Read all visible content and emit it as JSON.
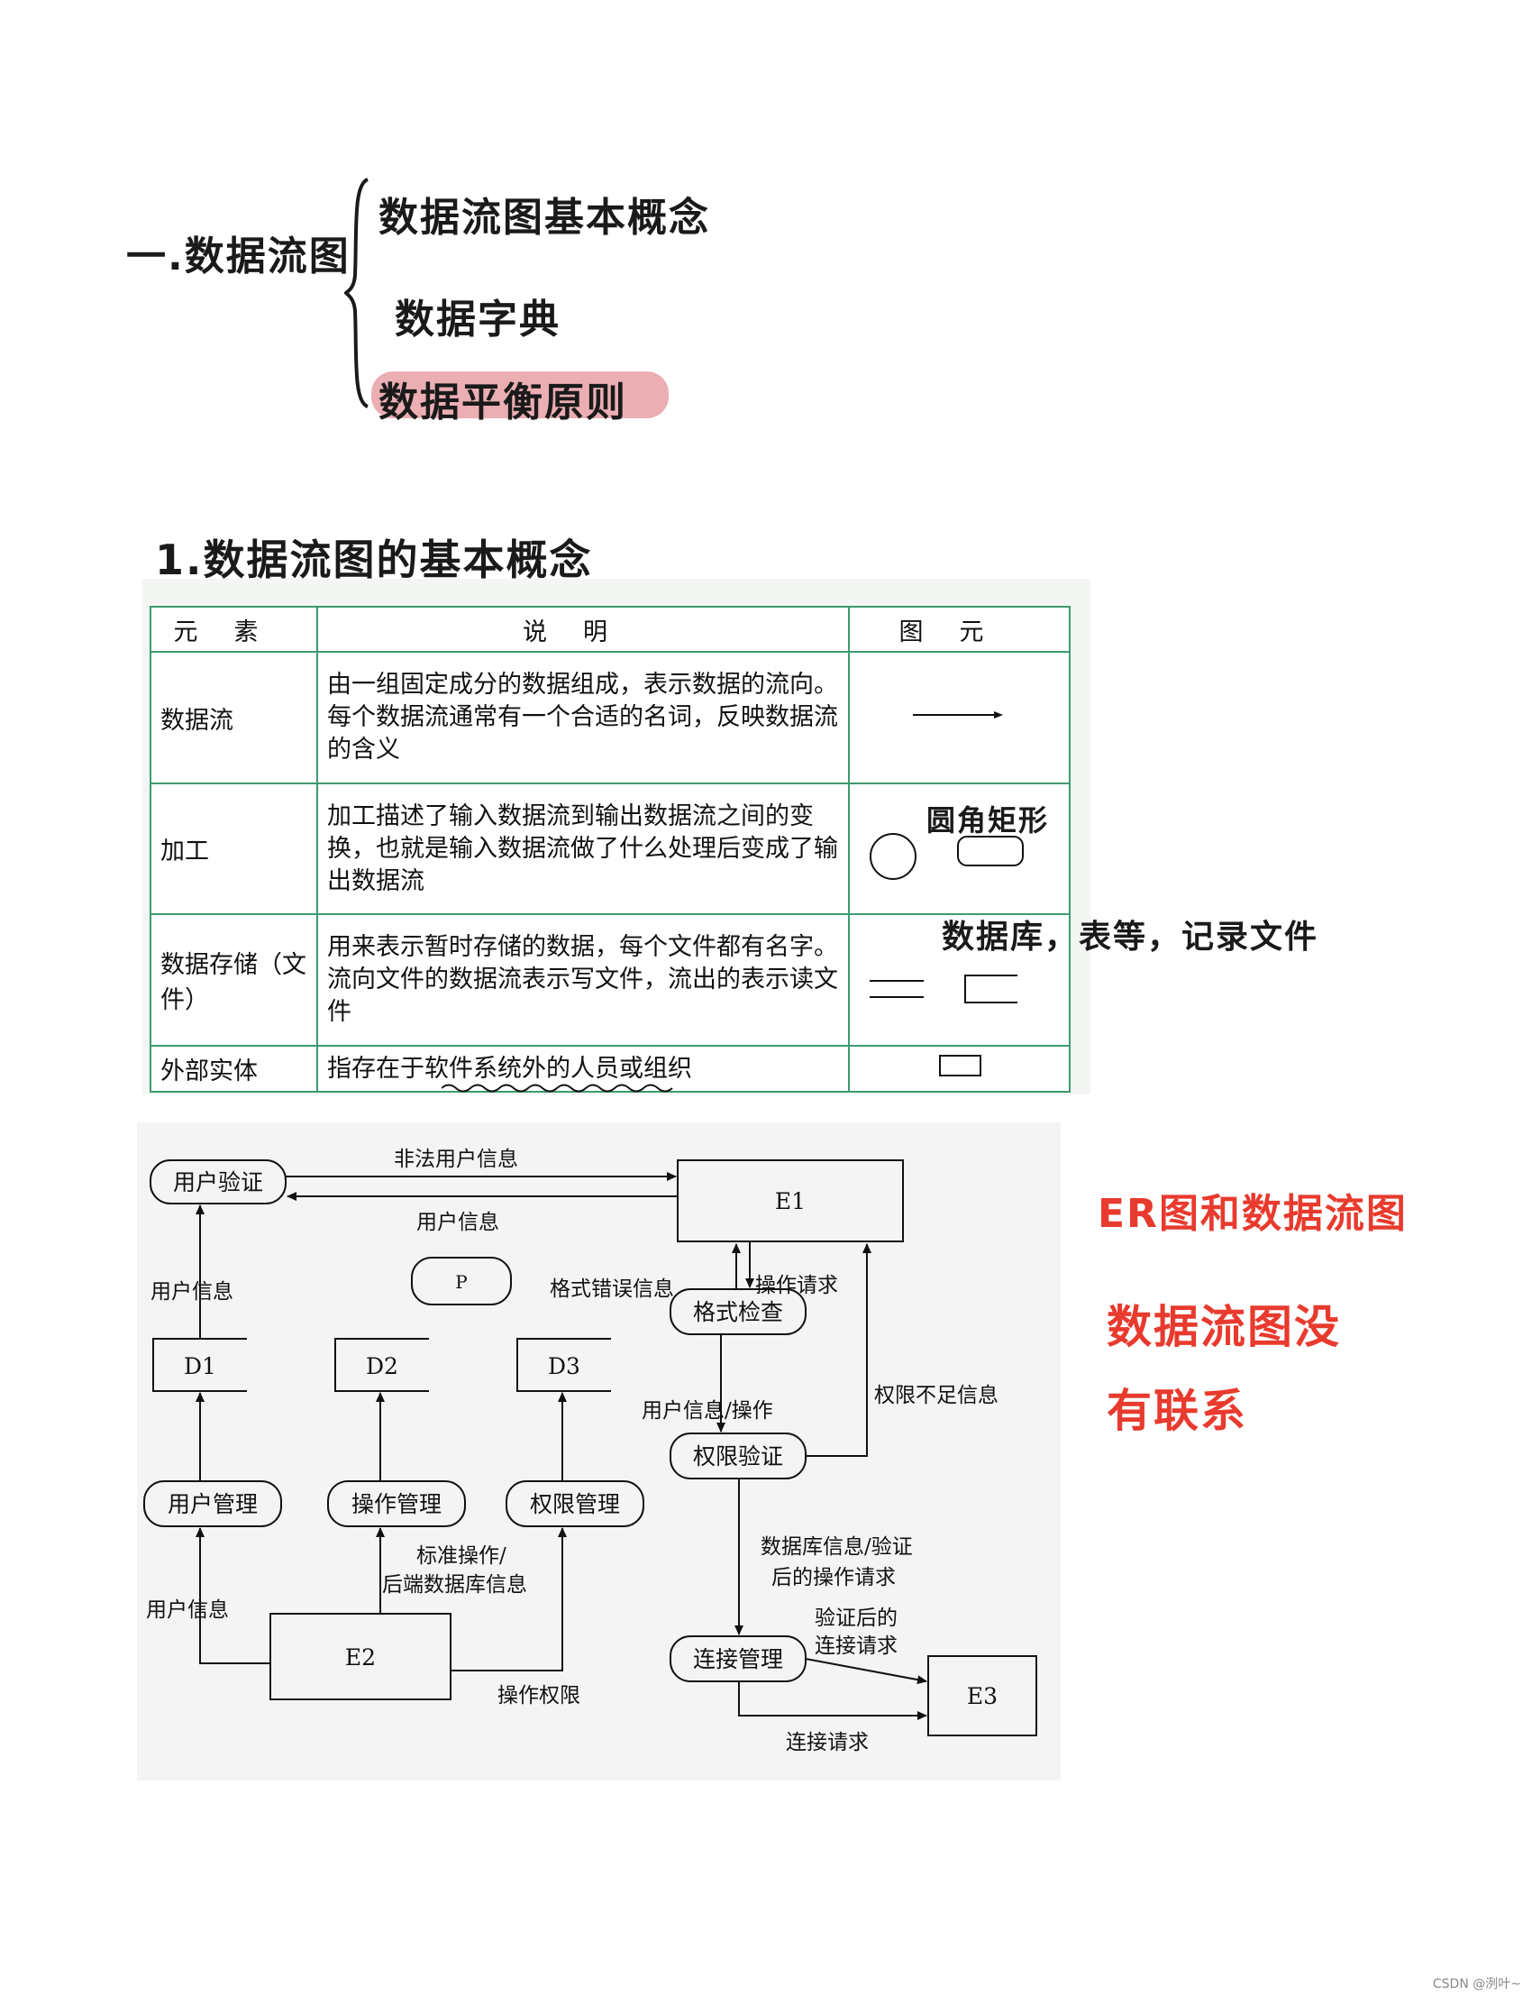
{
  "outline": {
    "root": "一.数据流图",
    "items": [
      "数据流图基本概念",
      "数据字典",
      "数据平衡原则"
    ]
  },
  "section_heading": "1.数据流图的基本概念",
  "elements_table": {
    "headers": [
      "元素",
      "说明",
      "图元"
    ],
    "rows": [
      {
        "element": "数据流",
        "description": "由一组固定成分的数据组成，表示数据的流向。每个数据流通常有一个合适的名词，反映数据流的含义",
        "glyph": "arrow"
      },
      {
        "element": "加工",
        "description": "加工描述了输入数据流到输出数据流之间的变换，也就是输入数据流做了什么处理后变成了输出数据流",
        "glyph": "circle-or-rounded-rect"
      },
      {
        "element": "数据存储（文件）",
        "description": "用来表示暂时存储的数据，每个文件都有名字。流向文件的数据流表示写文件，流出的表示读文件",
        "glyph": "open-rect"
      },
      {
        "element": "外部实体",
        "description": "指存在于软件系统外的人员或组织",
        "glyph": "rect"
      }
    ]
  },
  "annotations": {
    "rounded_rect": "圆角矩形",
    "database": "数据库，表等，记录文件"
  },
  "dfd": {
    "entities": [
      "E1",
      "E2",
      "E3"
    ],
    "processes": [
      "用户验证",
      "P",
      "格式检查",
      "权限验证",
      "连接管理",
      "用户管理",
      "操作管理",
      "权限管理"
    ],
    "stores": [
      "D1",
      "D2",
      "D3"
    ],
    "flows": [
      "非法用户信息",
      "用户信息",
      "用户信息",
      "格式错误信息",
      "操作请求",
      "用户信息/操作",
      "权限不足信息",
      "数据库信息/验证",
      "后的操作请求",
      "验证后的",
      "连接请求",
      "连接请求",
      "标准操作/",
      "后端数据库信息",
      "用户信息",
      "操作权限"
    ]
  },
  "red_notes": [
    "ER图和数据流图",
    "数据流图没",
    "有联系"
  ],
  "footer": "CSDN @洌叶~",
  "colors": {
    "table_border": "#3e9a6f",
    "highlight": "#e6a0a6",
    "red_ink": "#e83a2e"
  }
}
